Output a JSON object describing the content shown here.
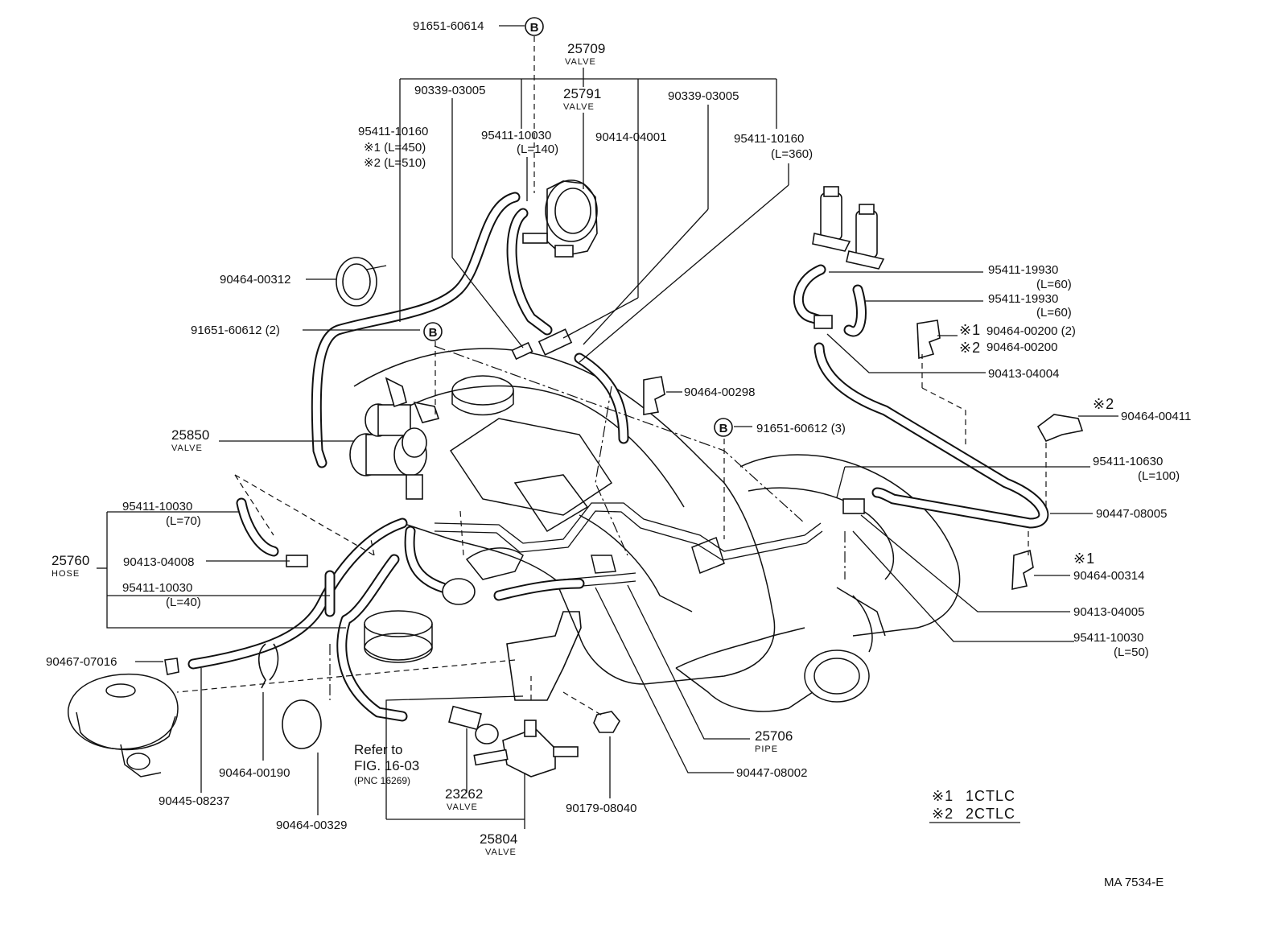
{
  "diagram": {
    "figure_code": "MA 7534-E",
    "legend": [
      {
        "mark": "※1",
        "text": "1CTLC"
      },
      {
        "mark": "※2",
        "text": "2CTLC"
      }
    ],
    "reference": {
      "line1": "Refer to",
      "line2": "FIG. 16-03",
      "line3": "(PNC 16269)"
    },
    "labels": {
      "p91651_60614": "91651-60614",
      "v25709_num": "25709",
      "v25709_name": "VALVE",
      "v25791_num": "25791",
      "v25791_name": "VALVE",
      "p90339_03005_a": "90339-03005",
      "p90339_03005_b": "90339-03005",
      "p95411_10160_a": "95411-10160",
      "p95411_10160_a_l1": "※1 (L=450)",
      "p95411_10160_a_l2": "※2 (L=510)",
      "p95411_10030_a": "95411-10030",
      "p95411_10030_a_l": "(L=140)",
      "p90414_04001": "90414-04001",
      "p95411_10160_b": "95411-10160",
      "p95411_10160_b_l": "(L=360)",
      "p90464_00312": "90464-00312",
      "p91651_60612_2": "91651-60612 (2)",
      "p95411_19930_a": "95411-19930",
      "p95411_19930_a_l": "(L=60)",
      "p95411_19930_b": "95411-19930",
      "p95411_19930_b_l": "(L=60)",
      "p90464_00200_2": "90464-00200 (2)",
      "p90464_00200": "90464-00200",
      "mark1_a": "※1",
      "mark2_a": "※2",
      "p90413_04004": "90413-04004",
      "p90464_00298": "90464-00298",
      "mark2_b": "※2",
      "p90464_00411": "90464-00411",
      "v25850_num": "25850",
      "v25850_name": "VALVE",
      "p91651_60612_3": "91651-60612 (3)",
      "p95411_10630": "95411-10630",
      "p95411_10630_l": "(L=100)",
      "p90447_08005": "90447-08005",
      "p95411_10030_b": "95411-10030",
      "p95411_10030_b_l": "(L=70)",
      "h25760_num": "25760",
      "h25760_name": "HOSE",
      "p90413_04008": "90413-04008",
      "p95411_10030_c": "95411-10030",
      "p95411_10030_c_l": "(L=40)",
      "mark1_b": "※1",
      "p90464_00314": "90464-00314",
      "p90413_04005": "90413-04005",
      "p95411_10030_d": "95411-10030",
      "p95411_10030_d_l": "(L=50)",
      "p90467_07016": "90467-07016",
      "pipe25706_num": "25706",
      "pipe25706_name": "PIPE",
      "p90447_08002": "90447-08002",
      "p90464_00190": "90464-00190",
      "p90445_08237": "90445-08237",
      "v23262_num": "23262",
      "v23262_name": "VALVE",
      "p90179_08040": "90179-08040",
      "p90464_00329": "90464-00329",
      "v25804_num": "25804",
      "v25804_name": "VALVE",
      "circle_b": "B"
    }
  }
}
